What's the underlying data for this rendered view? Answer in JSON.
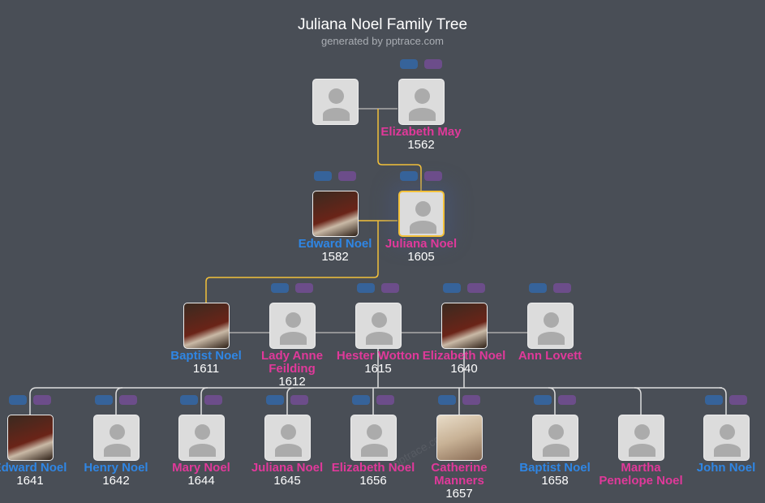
{
  "title": "Juliana Noel Family Tree",
  "subtitle": "generated by pptrace.com",
  "watermark": "pptrace.com",
  "colors": {
    "male": "#2f86e4",
    "female": "#e0399a",
    "highlight": "#f3c13a"
  },
  "people": [
    {
      "id": "p0",
      "name": "",
      "year": "",
      "sex": "m",
      "photo": false
    },
    {
      "id": "p1",
      "name": "Elizabeth May",
      "year": "1562",
      "sex": "f",
      "photo": false
    },
    {
      "id": "p2",
      "name": "Edward Noel",
      "year": "1582",
      "sex": "m",
      "photo": true
    },
    {
      "id": "p3",
      "name": "Juliana Noel",
      "year": "1605",
      "sex": "f",
      "photo": false,
      "selected": true
    },
    {
      "id": "p4",
      "name": "Baptist Noel",
      "year": "1611",
      "sex": "m",
      "photo": true
    },
    {
      "id": "p5",
      "name": "Lady Anne Feilding",
      "year": "1612",
      "sex": "f",
      "photo": false
    },
    {
      "id": "p6",
      "name": "Hester Wotton",
      "year": "1615",
      "sex": "f",
      "photo": false
    },
    {
      "id": "p7",
      "name": "Elizabeth Noel",
      "year": "1640",
      "sex": "f",
      "photo": true
    },
    {
      "id": "p8",
      "name": "Ann Lovett",
      "year": "",
      "sex": "f",
      "photo": false
    },
    {
      "id": "p9",
      "name": "Edward Noel",
      "year": "1641",
      "sex": "m",
      "photo": true
    },
    {
      "id": "p10",
      "name": "Henry Noel",
      "year": "1642",
      "sex": "m",
      "photo": false
    },
    {
      "id": "p11",
      "name": "Mary Noel",
      "year": "1644",
      "sex": "f",
      "photo": false
    },
    {
      "id": "p12",
      "name": "Juliana Noel",
      "year": "1645",
      "sex": "f",
      "photo": false
    },
    {
      "id": "p13",
      "name": "Elizabeth Noel",
      "year": "1656",
      "sex": "f",
      "photo": false
    },
    {
      "id": "p14",
      "name": "Catherine Manners",
      "year": "1657",
      "sex": "f",
      "photo": true
    },
    {
      "id": "p15",
      "name": "Baptist Noel",
      "year": "1658",
      "sex": "m",
      "photo": false
    },
    {
      "id": "p16",
      "name": "Martha Penelope Noel",
      "year": "",
      "sex": "f",
      "photo": false
    },
    {
      "id": "p17",
      "name": "John Noel",
      "year": "",
      "sex": "m",
      "photo": false
    }
  ]
}
